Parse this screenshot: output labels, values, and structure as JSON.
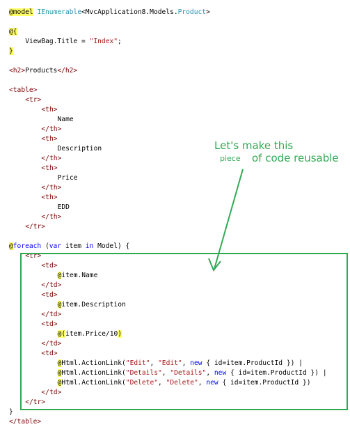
{
  "code_lines": [
    {
      "indent": 0,
      "parts": [
        {
          "t": "@model",
          "c": "hl"
        },
        {
          "t": " "
        },
        {
          "t": "IEnumerable",
          "c": "type"
        },
        {
          "t": "<MvcApplication8.Models."
        },
        {
          "t": "Product",
          "c": "type"
        },
        {
          "t": ">"
        }
      ]
    },
    {
      "indent": 0,
      "parts": []
    },
    {
      "indent": 0,
      "parts": [
        {
          "t": "@{",
          "c": "hl"
        }
      ]
    },
    {
      "indent": 4,
      "parts": [
        {
          "t": "ViewBag.Title = "
        },
        {
          "t": "\"Index\"",
          "c": "str"
        },
        {
          "t": ";"
        }
      ]
    },
    {
      "indent": 0,
      "parts": [
        {
          "t": "}",
          "c": "hl"
        }
      ]
    },
    {
      "indent": 0,
      "parts": []
    },
    {
      "indent": 0,
      "parts": [
        {
          "t": "<h2>",
          "c": "tag"
        },
        {
          "t": "Products"
        },
        {
          "t": "</h2>",
          "c": "tag"
        }
      ]
    },
    {
      "indent": 0,
      "parts": []
    },
    {
      "indent": 0,
      "parts": [
        {
          "t": "<table>",
          "c": "tag"
        }
      ]
    },
    {
      "indent": 4,
      "parts": [
        {
          "t": "<tr>",
          "c": "tag"
        }
      ]
    },
    {
      "indent": 8,
      "parts": [
        {
          "t": "<th>",
          "c": "tag"
        }
      ]
    },
    {
      "indent": 12,
      "parts": [
        {
          "t": "Name"
        }
      ]
    },
    {
      "indent": 8,
      "parts": [
        {
          "t": "</th>",
          "c": "tag"
        }
      ]
    },
    {
      "indent": 8,
      "parts": [
        {
          "t": "<th>",
          "c": "tag"
        }
      ]
    },
    {
      "indent": 12,
      "parts": [
        {
          "t": "Description"
        }
      ]
    },
    {
      "indent": 8,
      "parts": [
        {
          "t": "</th>",
          "c": "tag"
        }
      ]
    },
    {
      "indent": 8,
      "parts": [
        {
          "t": "<th>",
          "c": "tag"
        }
      ]
    },
    {
      "indent": 12,
      "parts": [
        {
          "t": "Price"
        }
      ]
    },
    {
      "indent": 8,
      "parts": [
        {
          "t": "</th>",
          "c": "tag"
        }
      ]
    },
    {
      "indent": 8,
      "parts": [
        {
          "t": "<th>",
          "c": "tag"
        }
      ]
    },
    {
      "indent": 12,
      "parts": [
        {
          "t": "EDD"
        }
      ]
    },
    {
      "indent": 8,
      "parts": [
        {
          "t": "</th>",
          "c": "tag"
        }
      ]
    },
    {
      "indent": 4,
      "parts": [
        {
          "t": "</tr>",
          "c": "tag"
        }
      ]
    },
    {
      "indent": 0,
      "parts": []
    },
    {
      "indent": 0,
      "parts": [
        {
          "t": "@",
          "c": "hl"
        },
        {
          "t": "foreach",
          "c": "kw"
        },
        {
          "t": " ("
        },
        {
          "t": "var",
          "c": "kw"
        },
        {
          "t": " item "
        },
        {
          "t": "in",
          "c": "kw"
        },
        {
          "t": " Model) {"
        }
      ]
    },
    {
      "indent": 4,
      "parts": [
        {
          "t": "<tr>",
          "c": "tag"
        }
      ]
    },
    {
      "indent": 8,
      "parts": [
        {
          "t": "<td>",
          "c": "tag"
        }
      ]
    },
    {
      "indent": 12,
      "parts": [
        {
          "t": "@",
          "c": "hl"
        },
        {
          "t": "item.Name"
        }
      ]
    },
    {
      "indent": 8,
      "parts": [
        {
          "t": "</td>",
          "c": "tag"
        }
      ]
    },
    {
      "indent": 8,
      "parts": [
        {
          "t": "<td>",
          "c": "tag"
        }
      ]
    },
    {
      "indent": 12,
      "parts": [
        {
          "t": "@",
          "c": "hl"
        },
        {
          "t": "item.Description"
        }
      ]
    },
    {
      "indent": 8,
      "parts": [
        {
          "t": "</td>",
          "c": "tag"
        }
      ]
    },
    {
      "indent": 8,
      "parts": [
        {
          "t": "<td>",
          "c": "tag"
        }
      ]
    },
    {
      "indent": 12,
      "parts": [
        {
          "t": "@(",
          "c": "hl"
        },
        {
          "t": "item.Price/10"
        },
        {
          "t": ")",
          "c": "hl"
        }
      ]
    },
    {
      "indent": 8,
      "parts": [
        {
          "t": "</td>",
          "c": "tag"
        }
      ]
    },
    {
      "indent": 8,
      "parts": [
        {
          "t": "<td>",
          "c": "tag"
        }
      ]
    },
    {
      "indent": 12,
      "parts": [
        {
          "t": "@",
          "c": "hl"
        },
        {
          "t": "Html.ActionLink("
        },
        {
          "t": "\"Edit\"",
          "c": "str"
        },
        {
          "t": ", "
        },
        {
          "t": "\"Edit\"",
          "c": "str"
        },
        {
          "t": ", "
        },
        {
          "t": "new",
          "c": "kw"
        },
        {
          "t": " { id=item.ProductId }) |"
        }
      ]
    },
    {
      "indent": 12,
      "parts": [
        {
          "t": "@",
          "c": "hl"
        },
        {
          "t": "Html.ActionLink("
        },
        {
          "t": "\"Details\"",
          "c": "str"
        },
        {
          "t": ", "
        },
        {
          "t": "\"Details\"",
          "c": "str"
        },
        {
          "t": ", "
        },
        {
          "t": "new",
          "c": "kw"
        },
        {
          "t": " { id=item.ProductId }) |"
        }
      ]
    },
    {
      "indent": 12,
      "parts": [
        {
          "t": "@",
          "c": "hl"
        },
        {
          "t": "Html.ActionLink("
        },
        {
          "t": "\"Delete\"",
          "c": "str"
        },
        {
          "t": ", "
        },
        {
          "t": "\"Delete\"",
          "c": "str"
        },
        {
          "t": ", "
        },
        {
          "t": "new",
          "c": "kw"
        },
        {
          "t": " { id=item.ProductId })"
        }
      ]
    },
    {
      "indent": 8,
      "parts": [
        {
          "t": "</td>",
          "c": "tag"
        }
      ]
    },
    {
      "indent": 4,
      "parts": [
        {
          "t": "</tr>",
          "c": "tag"
        }
      ]
    },
    {
      "indent": 0,
      "parts": [
        {
          "t": "}"
        }
      ]
    },
    {
      "indent": 0,
      "parts": [
        {
          "t": "</table>",
          "c": "tag"
        }
      ]
    }
  ],
  "annotation": {
    "line1": "Let's make this",
    "line2_small": "piece",
    "line2_rest": "of code reusable"
  },
  "colors": {
    "annotation_green": "#33aa55",
    "frame_green": "#2fa84f",
    "razor_highlight": "#ffff66",
    "keyword": "#0000ff",
    "html_tag": "#800000",
    "type_name": "#2b91af",
    "string": "#a31515"
  }
}
